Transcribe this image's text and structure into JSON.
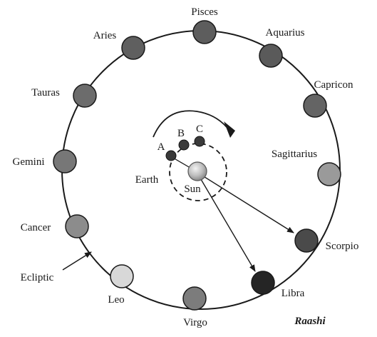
{
  "caption": "Raashi",
  "ecliptic_label": "Ecliptic",
  "inner": {
    "earth_label": "Earth",
    "sun_label": "Sun",
    "point_a": "A",
    "point_b": "B",
    "point_c": "C"
  },
  "signs": [
    {
      "id": "pisces",
      "label": "Pisces",
      "color": "#5d5d5d"
    },
    {
      "id": "aquarius",
      "label": "Aquarius",
      "color": "#5a5a5a"
    },
    {
      "id": "capricon",
      "label": "Capricon",
      "color": "#646464"
    },
    {
      "id": "sagittarius",
      "label": "Sagittarius",
      "color": "#9a9a9a"
    },
    {
      "id": "scorpio",
      "label": "Scorpio",
      "color": "#4a4a4a"
    },
    {
      "id": "libra",
      "label": "Libra",
      "color": "#252525"
    },
    {
      "id": "virgo",
      "label": "Virgo",
      "color": "#7c7c7c"
    },
    {
      "id": "leo",
      "label": "Leo",
      "color": "#d8d8d8"
    },
    {
      "id": "cancer",
      "label": "Cancer",
      "color": "#8c8c8c"
    },
    {
      "id": "gemini",
      "label": "Gemini",
      "color": "#777777"
    },
    {
      "id": "tauras",
      "label": "Tauras",
      "color": "#6c6c6c"
    },
    {
      "id": "aries",
      "label": "Aries",
      "color": "#5f5f5f"
    }
  ]
}
